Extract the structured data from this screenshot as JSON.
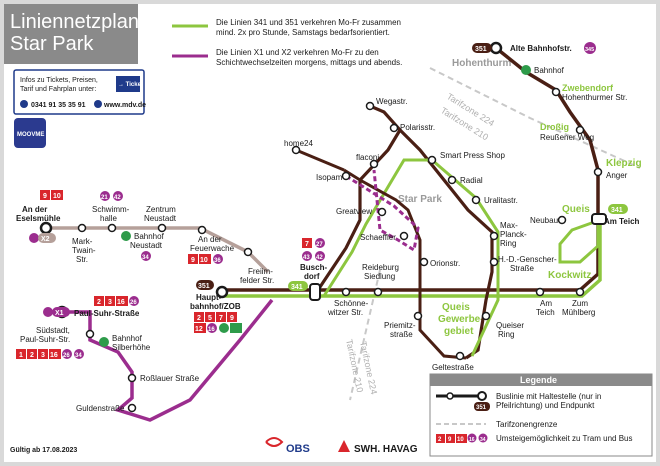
{
  "title": {
    "line1": "Liniennetzplan",
    "line2": "Star Park"
  },
  "notes": {
    "green_1": "Die Linien 341 und 351 verkehren Mo-Fr zusammen",
    "green_2": "mind. 2x pro Stunde, Samstags bedarfsorientiert.",
    "purple_1": "Die Linien X1 und X2 verkehren Mo-Fr zu den",
    "purple_2": "Schichtwechselzeiten morgens, mittags und abends."
  },
  "infobox": {
    "line1": "Infos zu Tickets, Preisen,",
    "line2": "Tarif und Fahrplan unter:",
    "phone": "0341 91 35 35 91",
    "web": "www.mdv.de",
    "ticket_badge": "→ Ticket",
    "moovme": "MOOVME"
  },
  "lines": {
    "l341": "341",
    "l351": "351",
    "x1": "X1",
    "x2": "X2"
  },
  "areas": {
    "hohenthurm": "Hohenthurm",
    "zwebendorf": "Zwebendorf",
    "drossig": "Droßig",
    "klepzig": "Klepzig",
    "queis": "Queis",
    "kockwitz": "Kockwitz",
    "starpark": "Star Park",
    "queis_gw1": "Queis",
    "queis_gw2": "Gewerbe-",
    "queis_gw3": "gebiet"
  },
  "zones": {
    "z224a": "Tarifzone 224",
    "z210a": "Tarifzone 210",
    "z224b": "Tarifzone 224",
    "z210b": "Tarifzone 210"
  },
  "stops": {
    "alte_bahnhofstr": "Alte Bahnhofstr.",
    "bahnhof_hohenthurm": "Bahnhof",
    "hohenthurmer_1": "Zwebendorf",
    "hohenthurmer_2": "Hohenthurmer Str.",
    "reussener_1": "Droßig",
    "reussener_2": "Reußener Weg",
    "anger": "Anger",
    "neubau": "Neubau",
    "am_teich_queis": "Am Teich",
    "wegastr": "Wegastr.",
    "polarisstr": "Polarisstr.",
    "home24": "home24",
    "flaconi": "flaconi",
    "isopam": "Isopam",
    "smart_press": "Smart Press Shop",
    "radial": "Radial",
    "uralitastr": "Uralitastr.",
    "greatview": "Greatview",
    "schaeffler": "Schaeffler",
    "max_planck_1": "Max-",
    "max_planck_2": "Planck-",
    "max_planck_3": "Ring",
    "hd_genscher_1": "H.-D.-Genscher-",
    "hd_genscher_2": "Straße",
    "orionstr": "Orionstr.",
    "eselsmuehle_1": "An der",
    "eselsmuehle_2": "Eselsmühle",
    "mark_twain_1": "Mark-",
    "mark_twain_2": "Twain-",
    "mark_twain_3": "Str.",
    "schwimmhalle_1": "Schwimm-",
    "schwimmhalle_2": "halle",
    "bahnhof_neustadt_1": "Bahnhof",
    "bahnhof_neustadt_2": "Neustadt",
    "zentrum_neustadt_1": "Zentrum",
    "zentrum_neustadt_2": "Neustadt",
    "feuerwache_1": "An der",
    "feuerwache_2": "Feuerwache",
    "freiimfelder_1": "Freiim-",
    "freiimfelder_2": "felder Str.",
    "hauptbahnhof_1": "Haupt-",
    "hauptbahnhof_2": "bahnhof/ZOB",
    "buschdorf_1": "Busch-",
    "buschdorf_2": "dorf",
    "reideburg_1": "Reideburg",
    "reideburg_2": "Siedlung",
    "schoennewitzer_1": "Schönne-",
    "schoennewitzer_2": "witzer Str.",
    "paul_suhr": "Paul-Suhr-Straße",
    "suedstadt_1": "Südstadt,",
    "suedstadt_2": "Paul-Suhr-Str.",
    "bahnhof_silberhoehe_1": "Bahnhof",
    "bahnhof_silberhoehe_2": "Silberhöhe",
    "rosslauer": "Roßlauer Straße",
    "guldenstrasse": "Guldenstraße",
    "priemitzstr_1": "Priemitz-",
    "priemitzstr_2": "straße",
    "geltestrasse": "Geltestraße",
    "queiser_ring_1": "Queiser",
    "queiser_ring_2": "Ring",
    "am_teich_kockwitz_1": "Am",
    "am_teich_kockwitz_2": "Teich",
    "zum_muehlberg_1": "Zum",
    "zum_muehlberg_2": "Mühlberg"
  },
  "transfers": {
    "eselsmuehle": [
      "9",
      "10"
    ],
    "schwimmhalle": [
      "21",
      "42"
    ],
    "bahnhof_neustadt": [
      "34"
    ],
    "feuerwache": [
      "9",
      "10",
      "36"
    ],
    "buschdorf_top": [
      "7",
      "27"
    ],
    "buschdorf_bot": [
      "43",
      "42"
    ],
    "hbf_row1": [
      "2",
      "5",
      "7",
      "9"
    ],
    "hbf_row2": [
      "12",
      "16"
    ],
    "paul_suhr": [
      "2",
      "3",
      "16",
      "26"
    ],
    "suedstadt": [
      "1",
      "2",
      "3",
      "16",
      "26",
      "34"
    ],
    "bahnhof_hohenthurm": [
      "345"
    ]
  },
  "legend": {
    "title": "Legende",
    "busline_1": "Buslinie mit Haltestelle (nur in",
    "busline_2": "Pfeilrichtung) und Endpunkt",
    "zone": "Tarifzonengrenze",
    "transfer": "Umsteigemöglichkeit zu Tram und Bus",
    "sample_line": "351",
    "sample_badges": [
      "2",
      "9",
      "10",
      "16",
      "34"
    ]
  },
  "footer": {
    "valid": "Gültig ab 17.08.2023",
    "obs": "OBS",
    "swh": "SWH. HAVAG"
  },
  "colors": {
    "c341": "#8dc63f",
    "c351": "#4a1f14",
    "cX": "#9b2d8e",
    "cX2": "#b5a09a",
    "transfer": "#d9262c"
  }
}
